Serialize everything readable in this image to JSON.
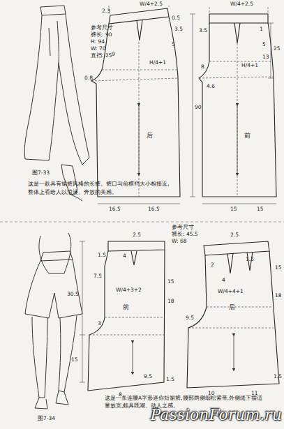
{
  "diagram": {
    "labels": [
      "参考尺寸",
      "裤长: 90",
      "H: 94",
      "W: 70",
      "直裆: 25",
      "W/4+2.5",
      "2.3",
      "0.5",
      "3.5",
      "5",
      "H/4+1",
      "9",
      "0.8",
      "后",
      "90",
      "16.5",
      "16.5",
      "W/4+2.5",
      "3.5",
      "1",
      "5",
      "13",
      "25",
      "H/4+1",
      "8",
      "4.6",
      "前",
      "15",
      "15",
      "图7-33",
      "这是一款具有裙裤风格的长裤。裤口与前横裆大小相接近,整体上看给人以浪漫、奔放的美感。",
      "参考尺寸",
      "裤长: 45.5",
      "W: 68",
      "2.5",
      "1.5",
      "4",
      "7.5",
      "W/4+3+2",
      "前",
      "30.5",
      "15",
      "18",
      "3",
      "15",
      "8",
      "9.5",
      "1.5",
      "2.5",
      "1.5",
      "2",
      "4",
      "W/4+4+1",
      "后",
      "15",
      "18",
      "9.5",
      "10",
      "11",
      "1.5",
      "图7-34",
      "这是一条连腰A字形迷你短裙裤,腰部两侧细松紧带,外侧缝下摆适量放宽,颇具既潮、动人之感。",
      "PassionForum.ru"
    ]
  }
}
